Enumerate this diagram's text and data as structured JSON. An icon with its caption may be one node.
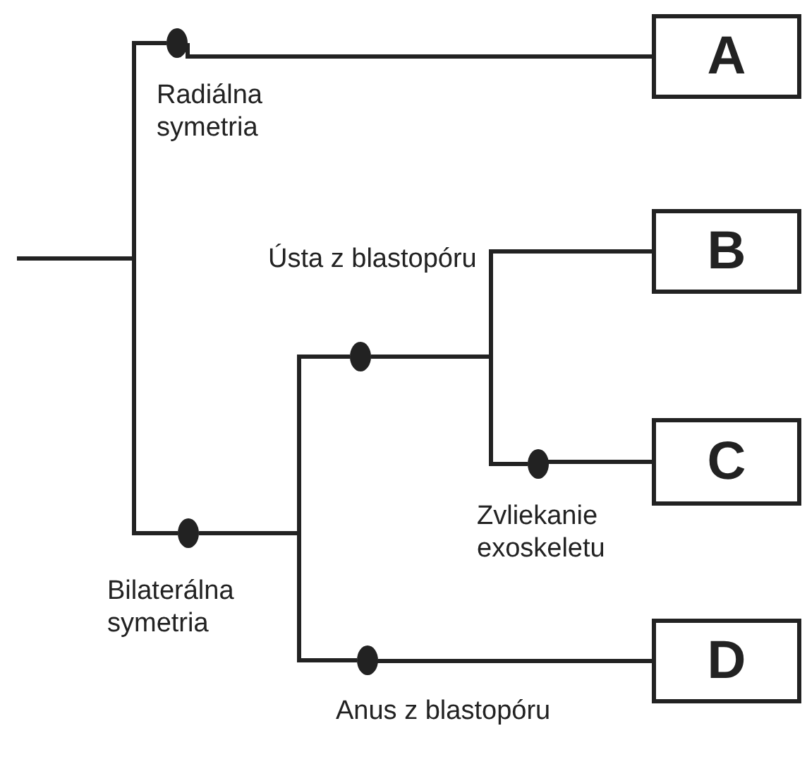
{
  "diagram": {
    "nodes": [
      {
        "text": [
          "A"
        ]
      },
      {
        "text": [],
        "shape": "circle",
        "beside": [
          "Radiálna symetria"
        ]
      },
      {
        "text": [],
        "shape": "circle",
        "beside": [
          "Ústa z blastopóru"
        ]
      },
      {
        "text": [
          "B"
        ]
      },
      {
        "text": [],
        "shape": "circle",
        "beside": [
          "Zvliekanie exoskeletu"
        ]
      },
      {
        "text": [
          "C"
        ]
      },
      {
        "text": [],
        "shape": "circle",
        "beside": [
          "Bilaterálna symetria"
        ]
      },
      {
        "text": [
          "D"
        ]
      },
      {
        "text": [],
        "shape": "circle",
        "beside": [
          "Anus z blastopóru"
        ]
      }
    ],
    "edges": [
      {
        "from": null,
        "to": 1,
        "arrow": "none"
      },
      {
        "from": null,
        "to": 6,
        "arrow": "none"
      },
      {
        "from": 1,
        "to": 0,
        "arrow": "none"
      },
      {
        "from": 6,
        "to": 2,
        "arrow": "none"
      },
      {
        "from": 6,
        "to": 8,
        "arrow": "none"
      },
      {
        "from": 2,
        "to": 3,
        "arrow": "none"
      },
      {
        "from": 2,
        "to": 4,
        "arrow": "none"
      },
      {
        "from": 4,
        "to": 5,
        "arrow": "none"
      },
      {
        "from": 8,
        "to": 7,
        "arrow": "none"
      }
    ]
  }
}
